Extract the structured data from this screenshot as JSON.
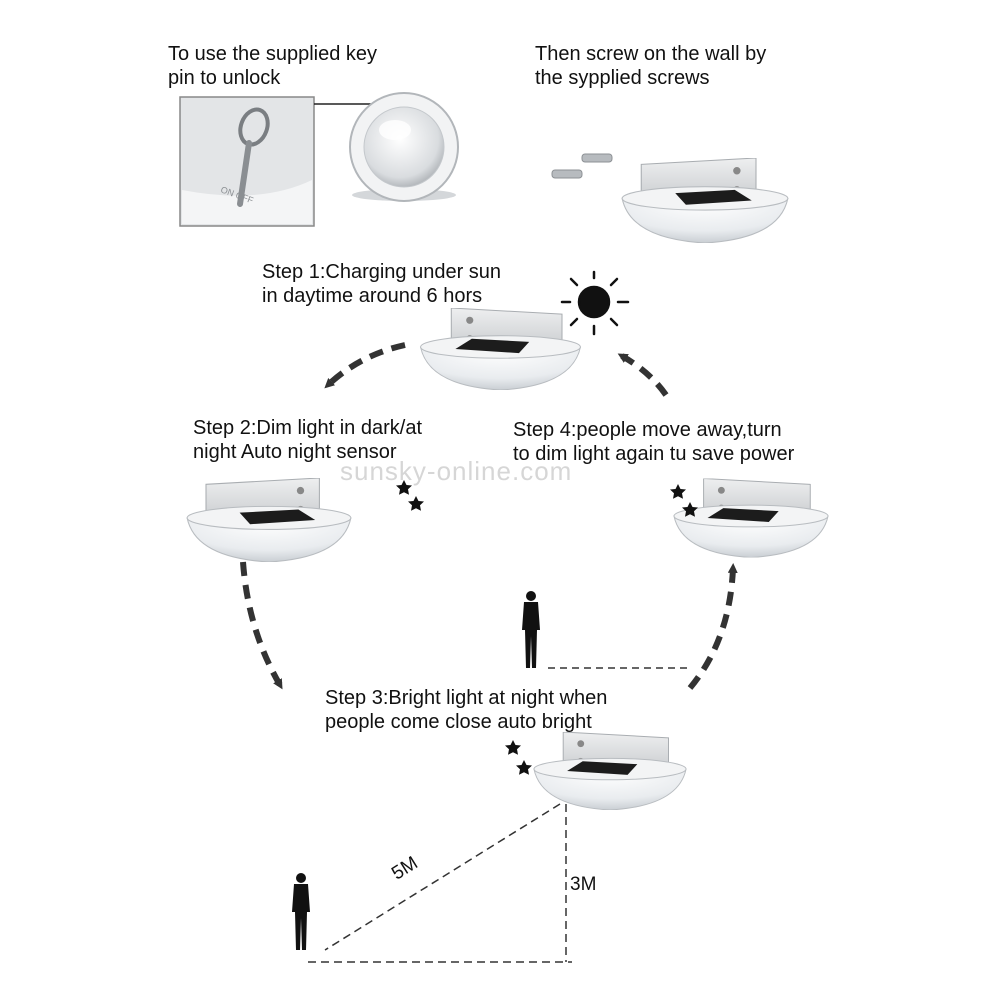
{
  "instructions": {
    "unlock": "To use the supplied key\npin to unlock",
    "mount": "Then screw on the wall by\nthe sypplied screws"
  },
  "steps": [
    {
      "id": "step1",
      "text": "Step 1:Charging under sun\nin daytime around 6 hors"
    },
    {
      "id": "step2",
      "text": "Step 2:Dim light in dark/at\nnight Auto night sensor"
    },
    {
      "id": "step3",
      "text": "Step 3:Bright light at night when\npeople come close auto bright"
    },
    {
      "id": "step4",
      "text": "Step 4:people move away,turn\nto dim light again tu save power"
    }
  ],
  "switch_label": "ON OFF",
  "measurements": {
    "diagonal": "5M",
    "height": "3M"
  },
  "watermark": "sunsky-online.com",
  "icons": [
    "key-pin-icon",
    "sun-icon",
    "moon-stars-icon",
    "person-icon",
    "screw-icon"
  ],
  "colors": {
    "ink": "#111111",
    "arrow": "#333333",
    "lamp_shell": "#e6e8ea",
    "panel": "#1c1c1c",
    "bracket": "#d9dbdd"
  }
}
